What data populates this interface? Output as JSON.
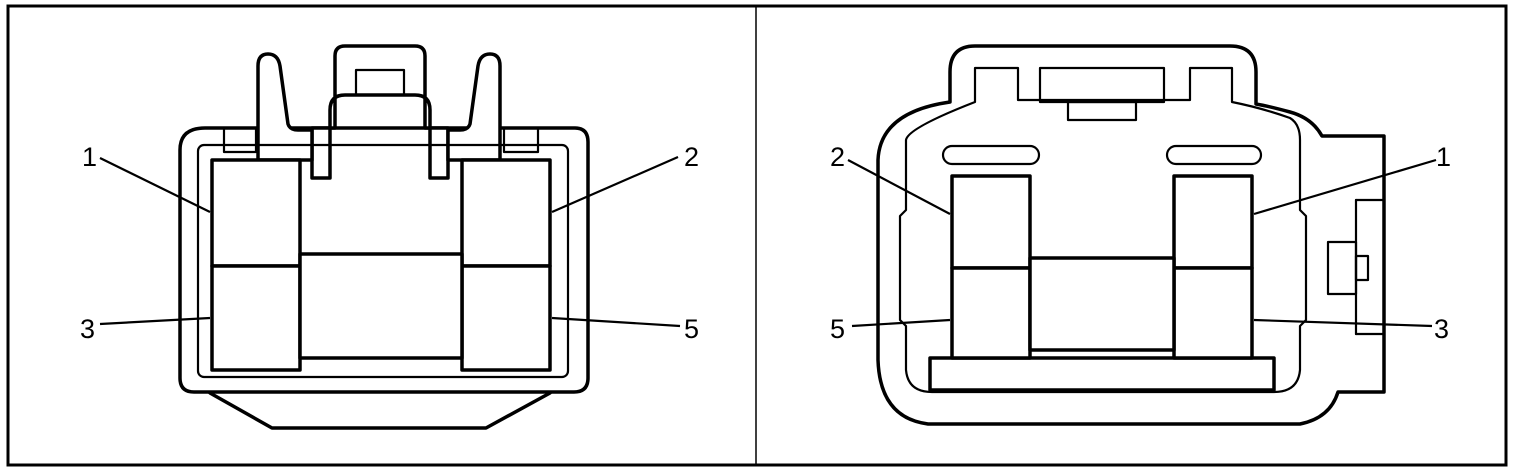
{
  "diagram": {
    "left_view": {
      "pin_labels": {
        "p1": "1",
        "p2": "2",
        "p3": "3",
        "p5": "5"
      }
    },
    "right_view": {
      "pin_labels": {
        "p1": "1",
        "p2": "2",
        "p3": "3",
        "p5": "5"
      }
    }
  }
}
